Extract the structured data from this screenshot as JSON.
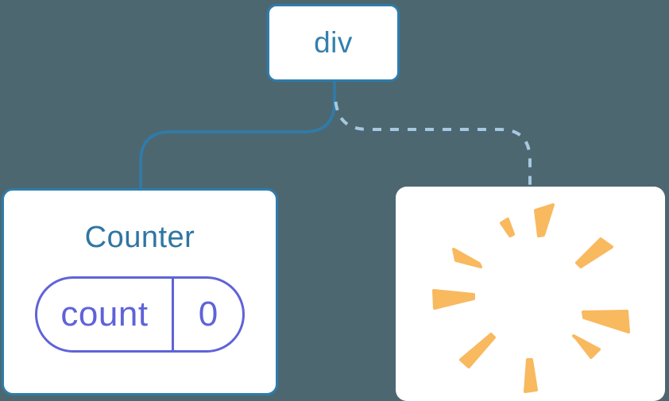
{
  "diagram": {
    "description": "component tree: div root with one kept child (Counter) and one removed child (poof)",
    "root_node": {
      "label": "div"
    },
    "counter_card": {
      "title": "Counter",
      "state_pill": {
        "key": "count",
        "value": "0"
      }
    },
    "unmounted_card": {
      "icon": "poof-explosion-icon"
    },
    "connectors": {
      "left": {
        "style": "solid",
        "meaning": "kept in tree"
      },
      "right": {
        "style": "dashed",
        "meaning": "removed from tree"
      }
    }
  },
  "colors": {
    "background": "#4d6771",
    "card_background": "#ffffff",
    "node_border_blue": "#2e7cab",
    "node_text_blue": "#3380ae",
    "counter_title_teal": "#2e76a3",
    "state_purple": "#5f63d8",
    "solid_connector": "#2e7cab",
    "dashed_connector": "#a6c8e0",
    "poof_orange": "#f8b95f"
  }
}
